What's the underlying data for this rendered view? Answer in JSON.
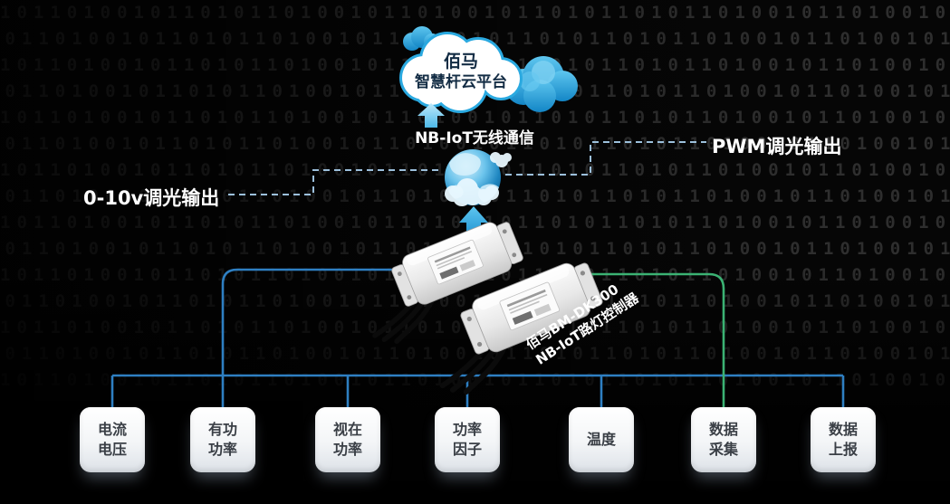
{
  "background": {
    "pattern": "1011010010110101101001011010010110101101011010010110100101101011010010110101101001011010",
    "rows": 15
  },
  "cloud_platform": {
    "line1": "佰马",
    "line2": "智慧杆云平台"
  },
  "labels": {
    "nbiot": "NB-IoT无线通信",
    "dim_0_10v": "0-10v调光输出",
    "dim_pwm": "PWM调光输出"
  },
  "device": {
    "caption_line1": "佰马BM-DK300",
    "caption_line2": "NB-IoT路灯控制器"
  },
  "nodes": [
    {
      "line1": "电流",
      "line2": "电压"
    },
    {
      "line1": "有功",
      "line2": "功率"
    },
    {
      "line1": "视在",
      "line2": "功率"
    },
    {
      "line1": "功率",
      "line2": "因子"
    },
    {
      "line1": "温度",
      "line2": ""
    },
    {
      "line1": "数据",
      "line2": "采集"
    },
    {
      "line1": "数据",
      "line2": "上报"
    }
  ],
  "colors": {
    "accent_blue": "#2aa9e0",
    "line_blue": "#2e7fc2",
    "line_green": "#3bb273",
    "dashed_line": "#9cc0dc",
    "cloud_text": "#132c44"
  }
}
